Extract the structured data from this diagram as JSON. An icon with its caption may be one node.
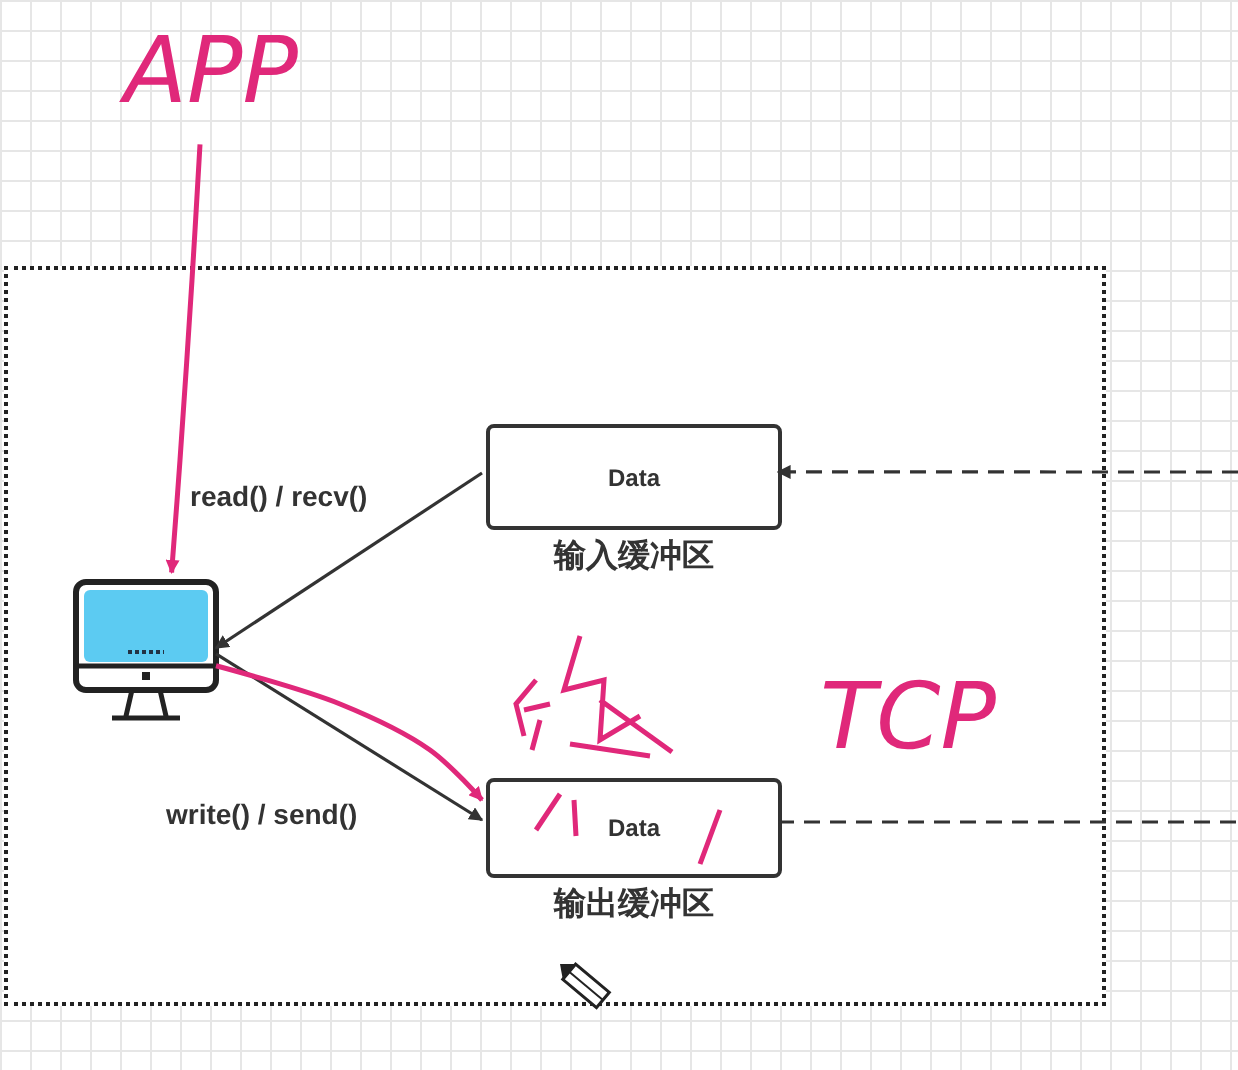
{
  "diagram": {
    "nodes": [
      {
        "text": [],
        "shape": "box"
      },
      {
        "text": [],
        "shape": "monitor",
        "in": 0
      },
      {
        "text": [
          "Data",
          "输入缓冲区"
        ],
        "in": 0
      },
      {
        "text": [
          "Data",
          "输出缓冲区"
        ],
        "in": 0
      },
      {
        "text": [
          "APP"
        ]
      }
    ],
    "edges": [
      {
        "from": 2,
        "to": 1,
        "arrow": "to",
        "label": "read() / recv()"
      },
      {
        "from": 1,
        "to": 3,
        "arrow": "to",
        "label": "write() / send()"
      },
      {
        "from": null,
        "to": 2,
        "arrow": "to",
        "style": "dashed"
      },
      {
        "from": 3,
        "to": null,
        "arrow": "none",
        "style": "dashed"
      },
      {
        "from": 4,
        "to": 1,
        "arrow": "to",
        "color": "#e0287a"
      },
      {
        "from": 1,
        "to": 3,
        "arrow": "to",
        "color": "#e0287a"
      }
    ],
    "labels": [
      "TCP"
    ]
  }
}
